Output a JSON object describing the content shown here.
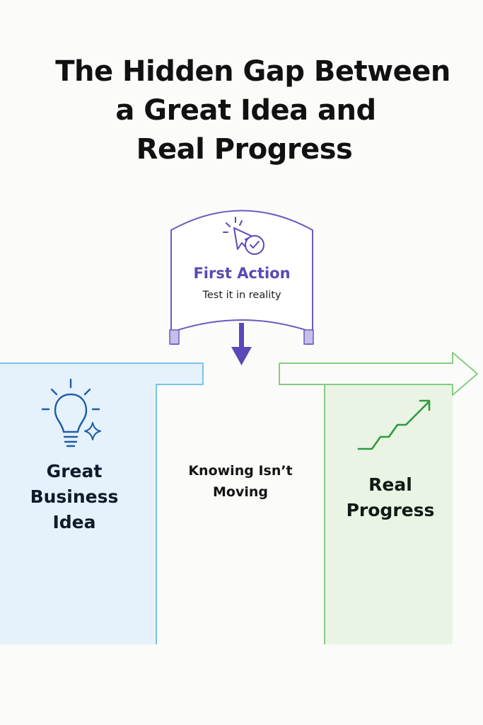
{
  "title": {
    "line1": "The Hidden Gap Between",
    "line2": "a Great Idea and",
    "line3": "Real Progress"
  },
  "action": {
    "title": "First Action",
    "subtitle": "Test it in reality"
  },
  "idea": {
    "line1": "Great",
    "line2": "Business",
    "line3": "Idea"
  },
  "gap": {
    "line1": "Knowing Isn’t",
    "line2": "Moving"
  },
  "progress": {
    "line1": "Real",
    "line2": "Progress"
  },
  "colors": {
    "idea_fill": "#e5f2fb",
    "idea_stroke": "#7cc3ea",
    "idea_icon": "#1f5da8",
    "action_stroke": "#6a5bc0",
    "action_fill": "#c6bde9",
    "arrow": "#5b48b8",
    "progress_fill": "#e9f4e5",
    "progress_stroke": "#86cc84",
    "trend": "#2e9a3c"
  }
}
